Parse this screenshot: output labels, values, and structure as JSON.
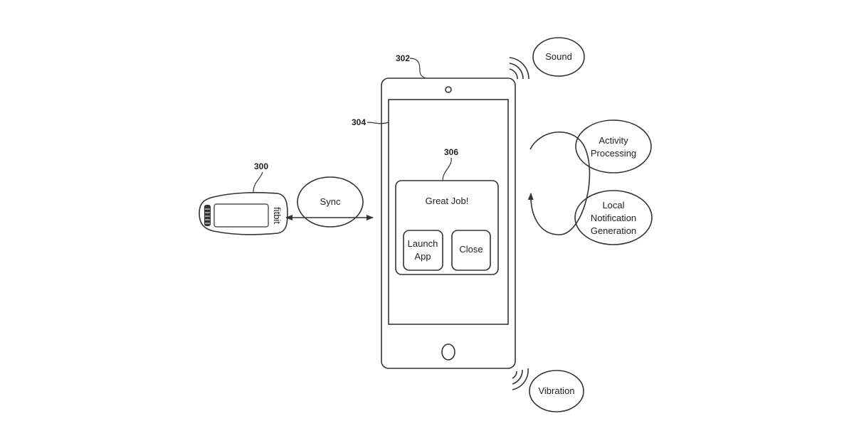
{
  "refs": {
    "tracker": "300",
    "phone": "302",
    "screen": "304",
    "notification": "306"
  },
  "tracker": {
    "brand": "fitbit"
  },
  "sync": {
    "label": "Sync"
  },
  "notification": {
    "message": "Great Job!",
    "launch_line1": "Launch",
    "launch_line2": "App",
    "close": "Close"
  },
  "outputs": {
    "sound": "Sound",
    "vibration": "Vibration"
  },
  "processes": {
    "activity_line1": "Activity",
    "activity_line2": "Processing",
    "local_line1": "Local",
    "local_line2": "Notification",
    "local_line3": "Generation"
  }
}
